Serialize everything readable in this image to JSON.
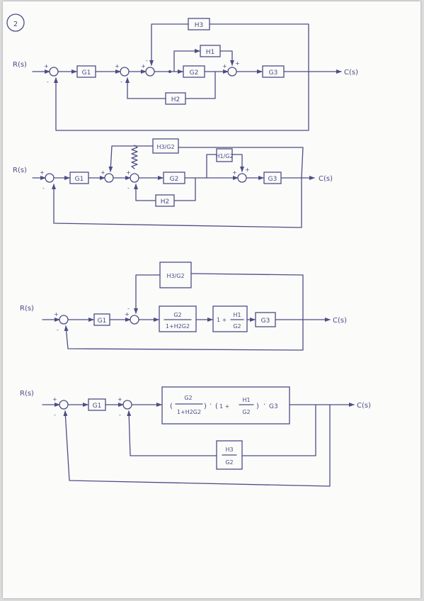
{
  "problem_number": "2",
  "colors": {
    "ink": "#4d4d86",
    "paper": "#fbfbfa"
  },
  "diagrams": [
    {
      "input": "R(s)",
      "output": "C(s)",
      "blocks": {
        "g1": "G1",
        "g2": "G2",
        "g3": "G3",
        "h1": "H1",
        "h2": "H2",
        "h3": "H3"
      },
      "signs": {
        "s1_in": "+",
        "s1_fb": "-",
        "s2_in": "+",
        "s2_fb": "-",
        "s3_in": "+",
        "s3_fb": "-",
        "s4_in": "+",
        "s4_fb": "+"
      }
    },
    {
      "input": "R(s)",
      "output": "C(s)",
      "blocks": {
        "g1": "G1",
        "g2": "G2",
        "g3": "G3",
        "h1g2": "H1/G2",
        "h2": "H2",
        "h3g2": "H3/G2"
      },
      "signs": {
        "s1_in": "+",
        "s1_fb": "-",
        "s2_in": "+",
        "s3_in": "+",
        "s3_fb": "-",
        "s4_in": "+",
        "s4_fb": "+"
      }
    },
    {
      "input": "R(s)",
      "output": "C(s)",
      "blocks": {
        "g1": "G1",
        "g3": "G3",
        "h3g2": "H3/G2",
        "closed_num": "G2",
        "closed_den": "1+H2G2",
        "sum_one": "1 +",
        "sum_num": "H1",
        "sum_den": "G2"
      },
      "signs": {
        "s1_in": "+",
        "s1_fb": "-",
        "s2_in": "+",
        "s2_fb": "-"
      }
    },
    {
      "input": "R(s)",
      "output": "C(s)",
      "blocks": {
        "g1": "G1",
        "num_g2": "G2",
        "den_g2": "1+H2G2",
        "dot1": "·",
        "one_plus": "1 +",
        "frac_h1": "H1",
        "frac_g2": "G2",
        "dot2": "·",
        "g3": "G3",
        "h3": "H3",
        "fb_g2": "G2"
      },
      "signs": {
        "s1_in": "+",
        "s1_fb": "-",
        "s2_in": "+",
        "s2_fb": "-"
      }
    }
  ]
}
